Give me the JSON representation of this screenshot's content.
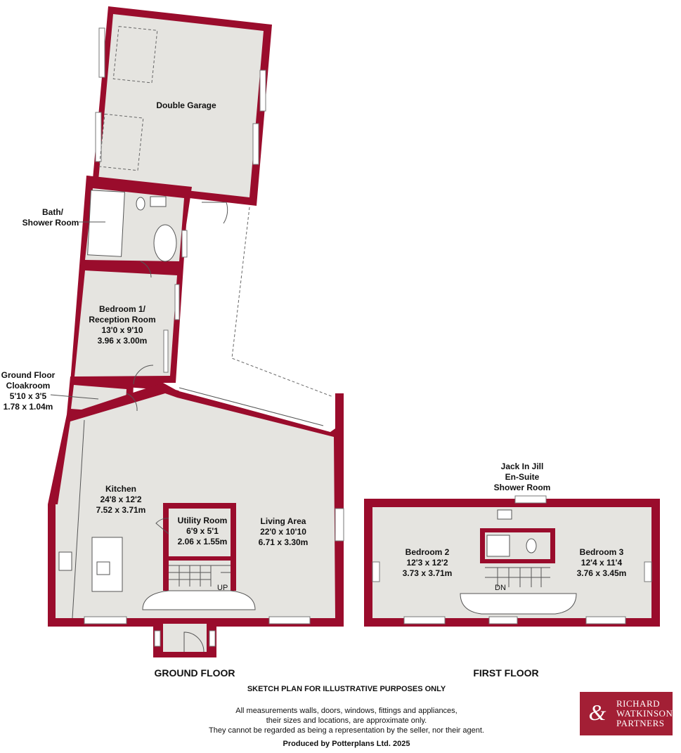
{
  "rooms": {
    "double_garage": {
      "name": "Double Garage"
    },
    "bath_shower": {
      "line1": "Bath/",
      "line2": "Shower Room"
    },
    "bedroom1": {
      "line1": "Bedroom 1/",
      "line2": "Reception Room",
      "imperial": "13'0 x 9'10",
      "metric": "3.96 x 3.00m"
    },
    "cloakroom": {
      "line1": "Ground Floor",
      "line2": "Cloakroom",
      "imperial": "5'10 x 3'5",
      "metric": "1.78 x 1.04m"
    },
    "kitchen": {
      "name": "Kitchen",
      "imperial": "24'8 x 12'2",
      "metric": "7.52 x 3.71m"
    },
    "utility": {
      "name": "Utility Room",
      "imperial": "6'9 x 5'1",
      "metric": "2.06 x 1.55m"
    },
    "living": {
      "name": "Living Area",
      "imperial": "22'0 x 10'10",
      "metric": "6.71 x 3.30m"
    },
    "jack_jill": {
      "line1": "Jack In Jill",
      "line2": "En-Suite",
      "line3": "Shower Room"
    },
    "bedroom2": {
      "name": "Bedroom 2",
      "imperial": "12'3 x 12'2",
      "metric": "3.73 x 3.71m"
    },
    "bedroom3": {
      "name": "Bedroom 3",
      "imperial": "12'4 x 11'4",
      "metric": "3.76 x 3.45m"
    }
  },
  "stairs": {
    "up": "UP",
    "down": "DN"
  },
  "floors": {
    "ground": "GROUND FLOOR",
    "first": "FIRST FLOOR"
  },
  "footer": {
    "sketch": "SKETCH PLAN FOR ILLUSTRATIVE PURPOSES ONLY",
    "disclaimer1": "All measurements walls, doors, windows, fittings and appliances,",
    "disclaimer2": "their sizes and locations, are approximate only.",
    "disclaimer3": "They cannot be regarded as being a representation by the seller, nor their agent.",
    "produced": "Produced by Potterplans Ltd. 2025"
  },
  "logo": {
    "line1": "RICHARD",
    "line2": "WATKINSON",
    "line3": "PARTNERS"
  },
  "colors": {
    "wall": "#9a0c2c",
    "floor": "#e5e4e0",
    "logo_bg": "#a31f35"
  }
}
